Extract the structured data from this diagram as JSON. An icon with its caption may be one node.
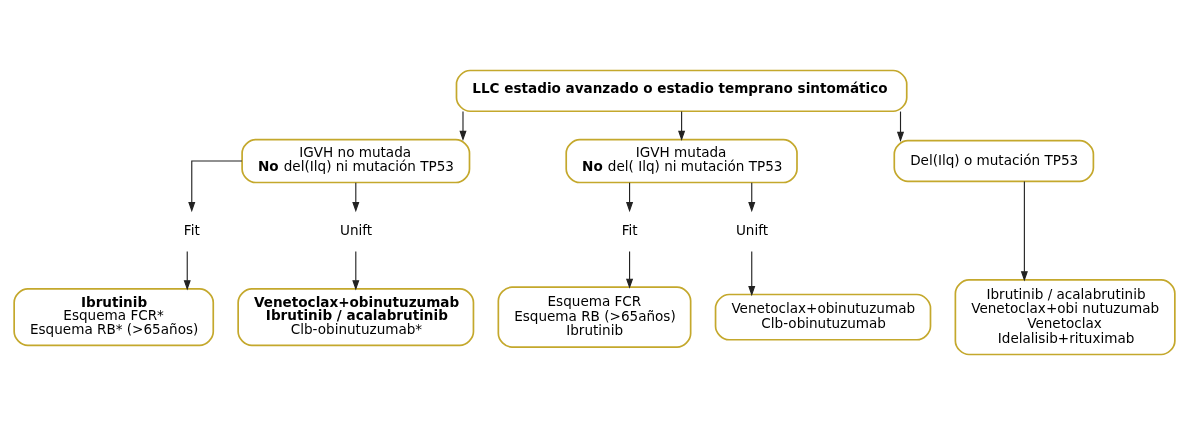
{
  "diagram": {
    "nodes": [
      {
        "text": [
          "LLC estadio avanzado o estadio temprano sintomático"
        ]
      },
      {
        "text": [
          "IGVH no mutada",
          "**No** del(Ilq) ni mutación TP53"
        ]
      },
      {
        "text": [
          "IGVH mutada",
          "**No** del( Ilq) ni mutación TP53"
        ]
      },
      {
        "text": [
          "Del(Ilq) o mutación TP53"
        ]
      },
      {
        "text": [
          "Fit"
        ]
      },
      {
        "text": [
          "Unift"
        ]
      },
      {
        "text": [
          "Ibrutinib",
          "Esquema FCR*",
          "Esquema RB* (>65años)"
        ]
      },
      {
        "text": [
          "Venetoclax+obinutuzumab",
          "Ibrutinib / acalabrutinib",
          "Clb-obinutuzumab*"
        ]
      },
      {
        "text": [
          "Fit"
        ]
      },
      {
        "text": [
          "Unift"
        ]
      },
      {
        "text": [
          "Esquema FCR",
          "Esquema RB (>65años)",
          "Ibrutinib"
        ]
      },
      {
        "text": [
          "Venetoclax+obinutuzumab",
          "Clb-obinutuzumab"
        ]
      },
      {
        "text": [
          "Ibrutinib / acalabrutinib",
          "Venetoclax+obi nutuzumab",
          "Venetoclax",
          "Idelalisib+rituximab"
        ]
      }
    ],
    "edges": [
      {
        "from": 0,
        "to": 1,
        "arrow": "to"
      },
      {
        "from": 0,
        "to": 2,
        "arrow": "to"
      },
      {
        "from": 0,
        "to": 3,
        "arrow": "to"
      },
      {
        "from": 1,
        "to": 4,
        "arrow": "to"
      },
      {
        "from": 1,
        "to": 5,
        "arrow": "to"
      },
      {
        "from": 4,
        "to": 6,
        "arrow": "to"
      },
      {
        "from": 5,
        "to": 7,
        "arrow": "to"
      },
      {
        "from": 2,
        "to": 8,
        "arrow": "to"
      },
      {
        "from": 2,
        "to": 9,
        "arrow": "to"
      },
      {
        "from": 8,
        "to": 10,
        "arrow": "to"
      },
      {
        "from": 9,
        "to": 11,
        "arrow": "to"
      },
      {
        "from": 3,
        "to": 12,
        "arrow": "to"
      }
    ]
  }
}
